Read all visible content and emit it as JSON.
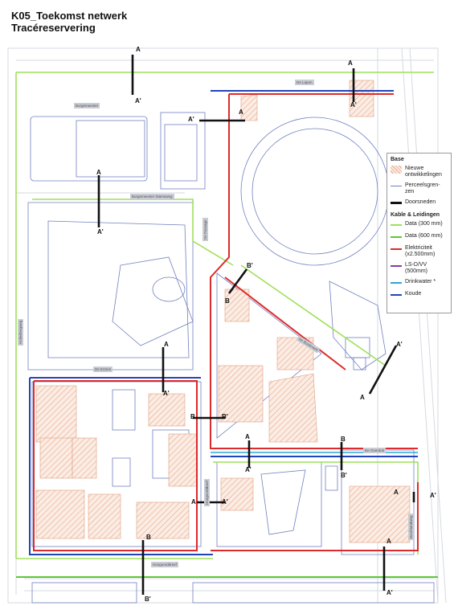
{
  "title": {
    "line1": "K05_Toekomst netwerk",
    "line2": "Tracéreservering"
  },
  "legend": {
    "base_heading": "Base",
    "base_items": [
      {
        "label": "Nieuwe ontwikkelingen",
        "kind": "hatch",
        "color": "#e8a888"
      },
      {
        "label": "Perceelsgren-zen",
        "kind": "line",
        "color": "#7080c0"
      },
      {
        "label": "Doorsneden",
        "kind": "thick",
        "color": "#111111"
      }
    ],
    "cables_heading": "Kable & Leidingen",
    "cable_items": [
      {
        "label": "Data (300 mm)",
        "color": "#9ee05a"
      },
      {
        "label": "Data (600 mm)",
        "color": "#5cc834"
      },
      {
        "label": "Elektriciteit (x2.500mm)",
        "color": "#dd2a2a"
      },
      {
        "label": "LS-D/VV (500mm)",
        "color": "#8a3aa8"
      },
      {
        "label": "Drinkwater *",
        "color": "#2aa8d8"
      },
      {
        "label": "Koude",
        "color": "#2244bb"
      }
    ]
  },
  "streets": {
    "s1": "De Lapon",
    "s2": "Burgemeester",
    "s3": "Burgemeester Stamsweg",
    "s4": "De Entree",
    "s5": "De Boulevard",
    "s6": "De Overdok",
    "s7": "Hoogoorddreef",
    "v1": "De Passage",
    "v2": "Holterbergweg",
    "v3": "Hoogoorddreef",
    "v4": "Borchlandweg"
  },
  "sections": {
    "a": "A",
    "a_prime": "A'",
    "b": "B",
    "b_prime": "B'"
  },
  "colors": {
    "green_light": "#9ee05a",
    "green": "#5cc834",
    "red": "#dd2a2a",
    "blue": "#2244bb",
    "cyan": "#2aa8d8",
    "parcel": "#7080c0",
    "hatch": "#e8a888"
  }
}
